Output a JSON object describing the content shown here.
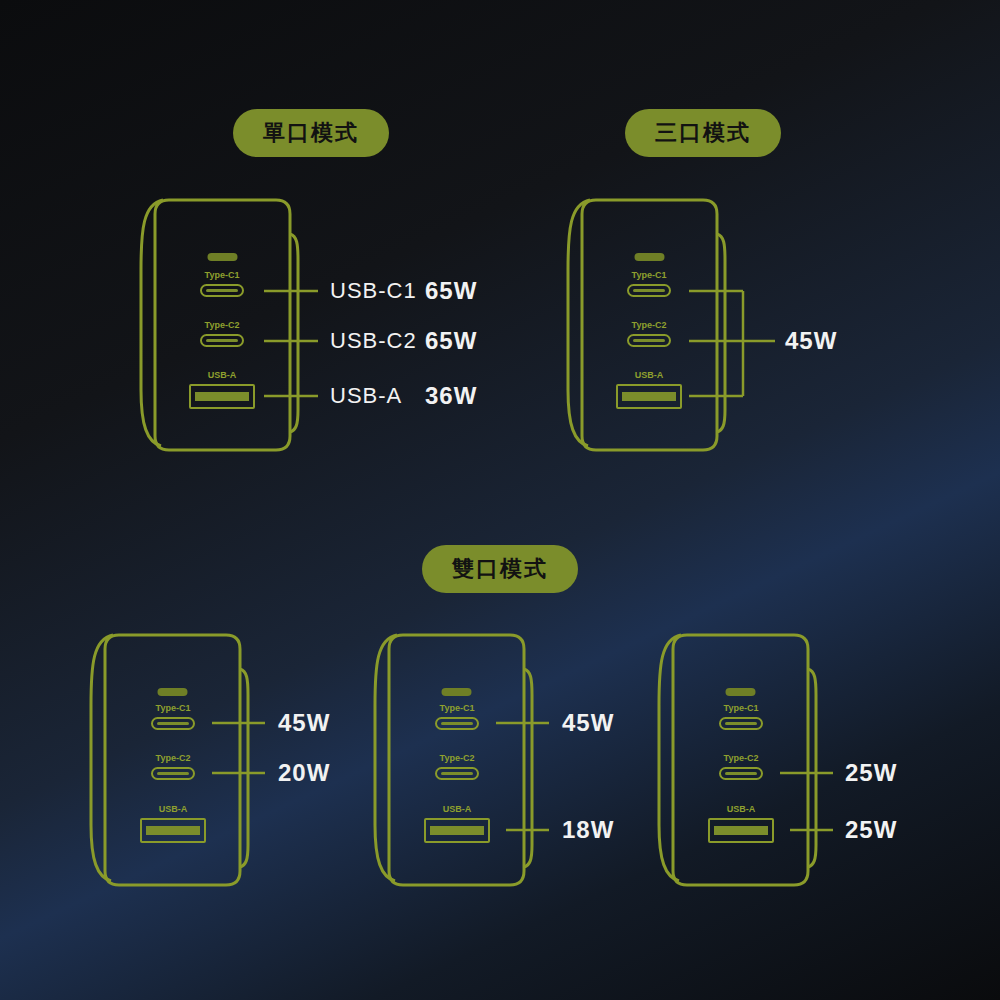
{
  "diagram": {
    "nodes": [
      {
        "text": [
          "單口模式"
        ]
      },
      {
        "text": [
          "三口模式"
        ]
      },
      {
        "text": [
          "Type-C1"
        ]
      },
      {
        "text": [
          "Type-C2"
        ]
      },
      {
        "text": [
          "USB-A"
        ]
      },
      {
        "text": [
          "Type-C1"
        ]
      },
      {
        "text": [
          "Type-C2"
        ]
      },
      {
        "text": [
          "USB-A"
        ]
      },
      {
        "text": [
          "雙口模式"
        ]
      },
      {
        "text": [
          "Type-C1"
        ]
      },
      {
        "text": [
          "Type-C2"
        ]
      },
      {
        "text": [
          "USB-A"
        ]
      },
      {
        "text": [
          "Type-C1"
        ]
      },
      {
        "text": [
          "Type-C2"
        ]
      },
      {
        "text": [
          "USB-A"
        ]
      },
      {
        "text": [
          "Type-C1"
        ]
      },
      {
        "text": [
          "Type-C2"
        ]
      },
      {
        "text": [
          "USB-A"
        ]
      }
    ],
    "labels": [
      "USB-C1",
      "65W",
      "USB-C2",
      "65W",
      "USB-A",
      "36W",
      "45W",
      "45W",
      "20W",
      "45W",
      "18W",
      "25W",
      "25W"
    ]
  }
}
